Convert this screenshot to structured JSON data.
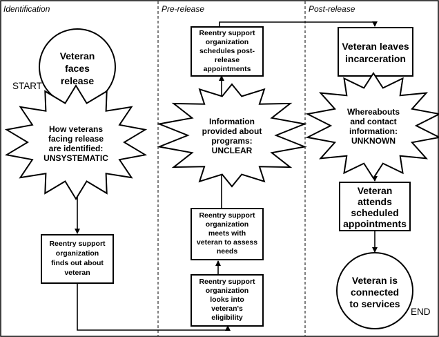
{
  "lanes": {
    "identification": "Identification",
    "pre_release": "Pre-release",
    "post_release": "Post-release"
  },
  "terminals": {
    "start": "START",
    "end": "END"
  },
  "nodes": {
    "veteran_faces_release": [
      "Veteran",
      "faces",
      "release"
    ],
    "how_identified": [
      "How veterans",
      "facing release",
      "are identified:",
      "UNSYSTEMATIC"
    ],
    "finds_out": [
      "Reentry support",
      "organization",
      "finds out about",
      "veteran"
    ],
    "looks_into": [
      "Reentry support",
      "organization",
      "looks into",
      "veteran's",
      "eligibility"
    ],
    "meets_with": [
      "Reentry support",
      "organization",
      "meets with",
      "veteran to assess",
      "needs"
    ],
    "info_provided": [
      "Information",
      "provided about",
      "programs:",
      "UNCLEAR"
    ],
    "schedules": [
      "Reentry support",
      "organization",
      "schedules post-",
      "release",
      "appointments"
    ],
    "leaves": [
      "Veteran leaves",
      "incarceration"
    ],
    "whereabouts": [
      "Whereabouts",
      "and contact",
      "information:",
      "UNKNOWN"
    ],
    "attends": [
      "Veteran",
      "attends",
      "scheduled",
      "appointments"
    ],
    "connected": [
      "Veteran is",
      "connected",
      "to services"
    ]
  }
}
